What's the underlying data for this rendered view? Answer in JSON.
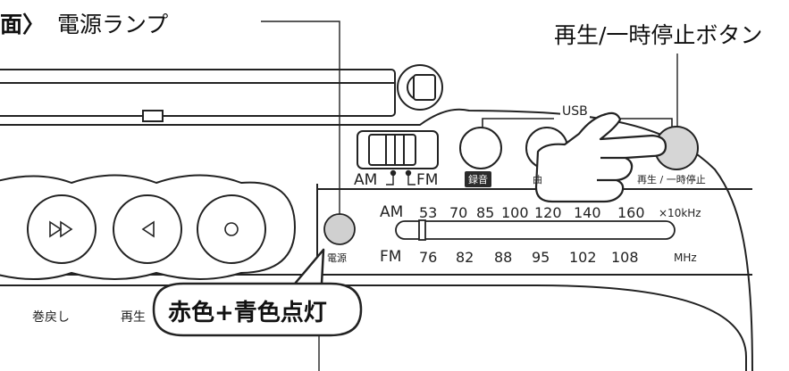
{
  "header_fragment": "面〉",
  "callouts": {
    "power_lamp": "電源ランプ",
    "play_pause_button": "再生/一時停止ボタン",
    "lamp_state": "赤色+青色点灯"
  },
  "device": {
    "usb_label": "USB",
    "rec_badge": "録音",
    "button_label_partial": "曲",
    "play_pause_small": "再生 / 一時停止",
    "band_switch": {
      "am": "AM",
      "fm": "FM"
    },
    "power_small": "電源",
    "rewind_label": "巻戻し",
    "play_label_partial": "再生"
  },
  "tuner_scale": {
    "am_label": "AM",
    "am_freqs": [
      "53",
      "70",
      "85",
      "100",
      "120",
      "140",
      "160"
    ],
    "am_unit": "×10kHz",
    "fm_label": "FM",
    "fm_freqs": [
      "76",
      "82",
      "88",
      "95",
      "102",
      "108"
    ],
    "fm_unit": "MHz"
  },
  "colors": {
    "outline": "#222222",
    "button_fill": "#ffffff",
    "lamp_fill": "#d0d0d0",
    "play_button_fill": "#d6d6d6",
    "badge_fill": "#2b2b2b"
  }
}
